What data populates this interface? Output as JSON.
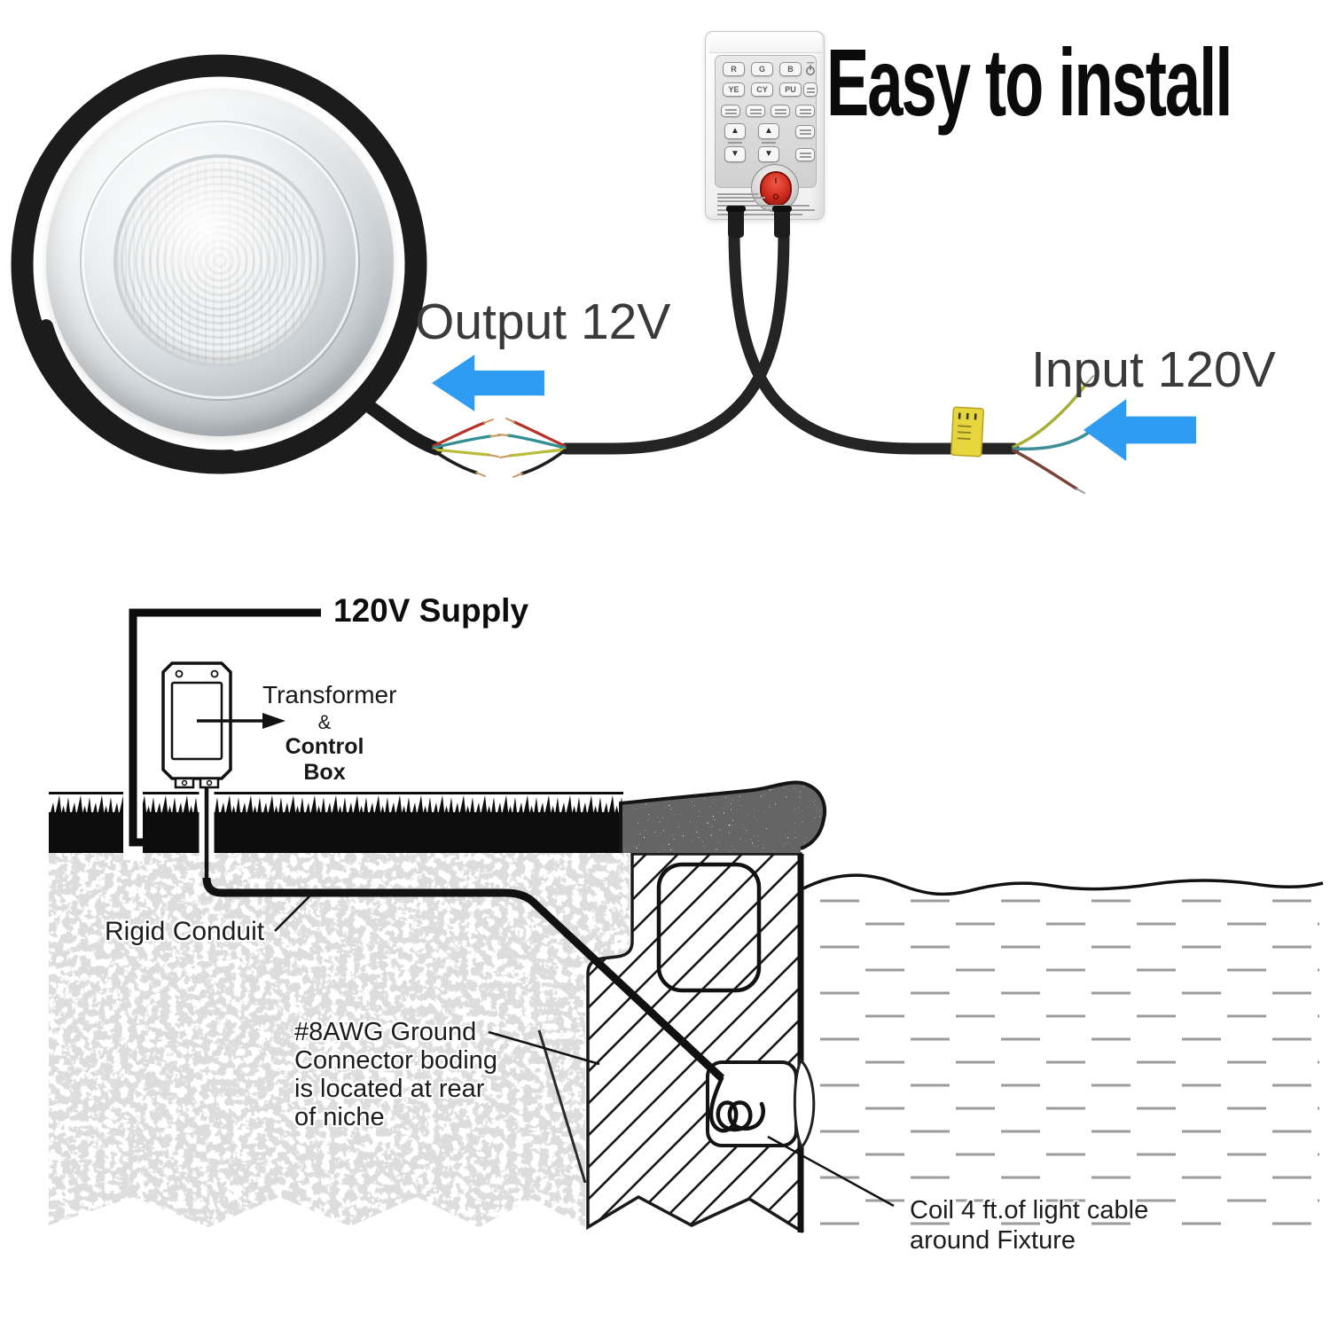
{
  "title": "Easy to install",
  "top": {
    "output_label": "Output 12V",
    "input_label": "Input 120V",
    "controller": {
      "r": "R",
      "g": "G",
      "b": "B",
      "ye": "YE",
      "cy": "CY",
      "pu": "PU",
      "up": "▲",
      "down": "▼",
      "switch_on": "I",
      "switch_off": "O"
    }
  },
  "diagram": {
    "supply_label": "120V Supply",
    "transformer_lines": [
      "Transformer",
      "&",
      "Control",
      "Box"
    ],
    "rigid_conduit_label": "Rigid Conduit",
    "ground_note_lines": [
      "#8AWG Ground",
      "Connector boding",
      "is located at rear",
      "of niche"
    ],
    "coil_note_lines": [
      "Coil 4 ft.of light cable",
      "around Fixture"
    ]
  },
  "colors": {
    "arrow_blue": "#2F9CF1",
    "cable_black": "#1E1E1E",
    "tag_yellow": "#E7D53E",
    "water_dash_gray": "#9B9B9B",
    "ground_speckle_gray": "#B8B8B8"
  }
}
